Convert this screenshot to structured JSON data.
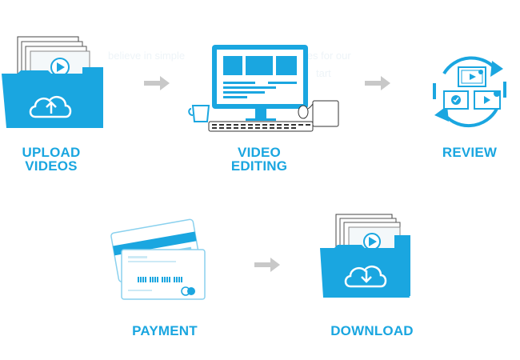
{
  "background_text": {
    "line1": "believe in simple",
    "line1b": "dures for our",
    "line2": "tart"
  },
  "steps": [
    {
      "label": "UPLOAD\nVIDEOS",
      "icon": "upload-folder-icon"
    },
    {
      "label": "VIDEO\nEDITING",
      "icon": "editing-workstation-icon"
    },
    {
      "label": "REVIEW",
      "icon": "review-cycle-icon"
    },
    {
      "label": "PAYMENT",
      "icon": "credit-card-icon"
    },
    {
      "label": "DOWNLOAD",
      "icon": "download-folder-icon"
    }
  ],
  "colors": {
    "accent": "#1aa6e0",
    "arrow": "#c8c8c8",
    "outline": "#8ad1ee"
  }
}
